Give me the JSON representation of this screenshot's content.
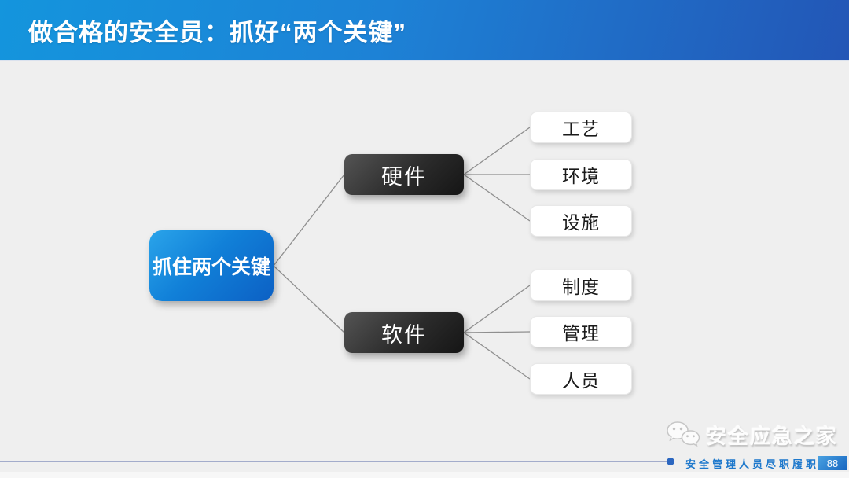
{
  "header": {
    "title": "做合格的安全员：抓好“两个关键”"
  },
  "diagram": {
    "root": {
      "label": "抓住两个关键"
    },
    "branches": [
      {
        "label": "硬件"
      },
      {
        "label": "软件"
      }
    ],
    "leaves": [
      {
        "label": "工艺"
      },
      {
        "label": "环境"
      },
      {
        "label": "设施"
      },
      {
        "label": "制度"
      },
      {
        "label": "管理"
      },
      {
        "label": "人员"
      }
    ]
  },
  "watermark": {
    "brand": "安全应急之家",
    "icon": "wechat-icon"
  },
  "footer": {
    "caption": "安全管理人员尽职履职",
    "page": "88"
  },
  "colors": {
    "header_blue_left": "#1495dd",
    "header_blue_right": "#2356b6",
    "root_blue_light": "#2aa4ea",
    "root_blue_dark": "#0c60c4",
    "branch_dark": "#2b2b2b",
    "leaf_bg": "#ffffff",
    "connector_gray": "#8f8f8f",
    "footer_blue": "#1d78cc",
    "page_badge_blue": "#1565c0",
    "background_gray": "#efefef"
  }
}
